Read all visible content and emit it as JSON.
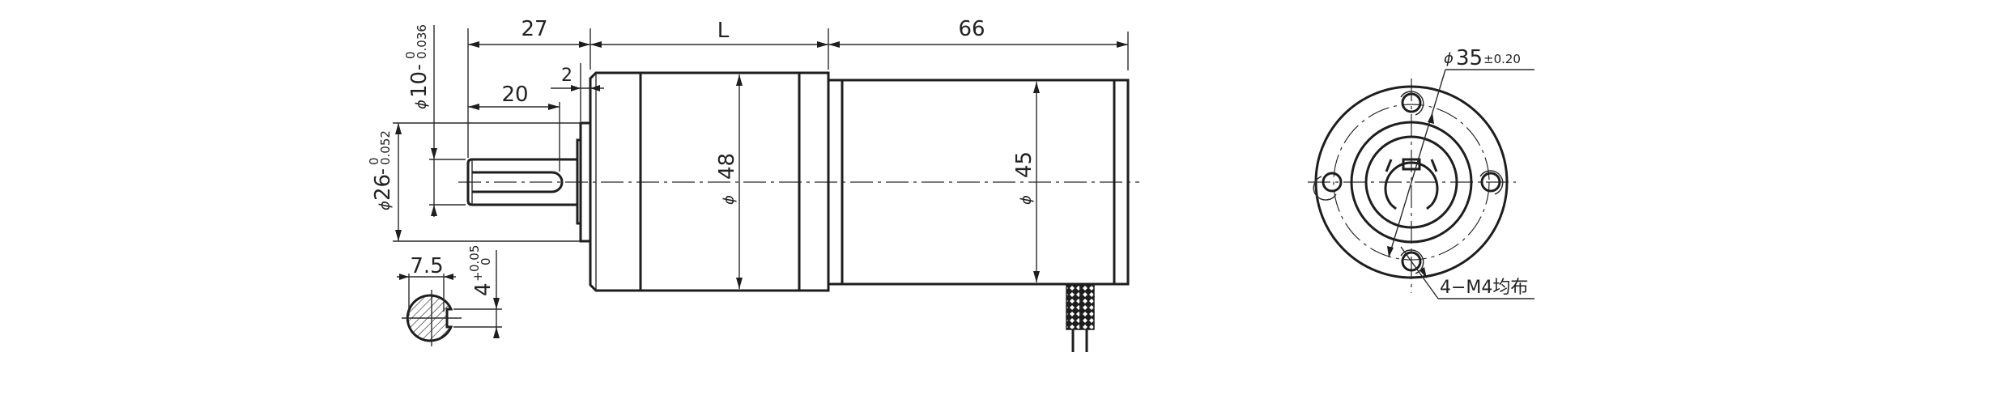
{
  "drawing": {
    "title": "Planetary gear motor outline dimensions",
    "line_color": "#1e1e1e",
    "background": "#ffffff"
  },
  "side_view": {
    "dims": {
      "shaft_length": "27",
      "key_length": "20",
      "flange_offset": "2",
      "gearbox_length": "L",
      "motor_length": "66",
      "gearbox_diameter": "48",
      "motor_diameter": "45",
      "diameter_symbol": "ϕ"
    },
    "shaft_diameter": {
      "symbol": "ϕ",
      "value": "10",
      "sep": "-",
      "upper_tol": "0",
      "lower_tol": "0.036"
    },
    "boss_diameter": {
      "symbol": "ϕ",
      "value": "26",
      "sep": "-",
      "upper_tol": "0",
      "lower_tol": "0.052"
    }
  },
  "section_view": {
    "width": "7.5",
    "key_width": {
      "value": "4",
      "plus": "+",
      "upper_tol": "0.05",
      "lower_tol": "0"
    }
  },
  "front_view": {
    "bolt_circle": {
      "symbol": "ϕ",
      "value": "35",
      "tol": "±0.20"
    },
    "holes_note": "4−M4均布"
  }
}
